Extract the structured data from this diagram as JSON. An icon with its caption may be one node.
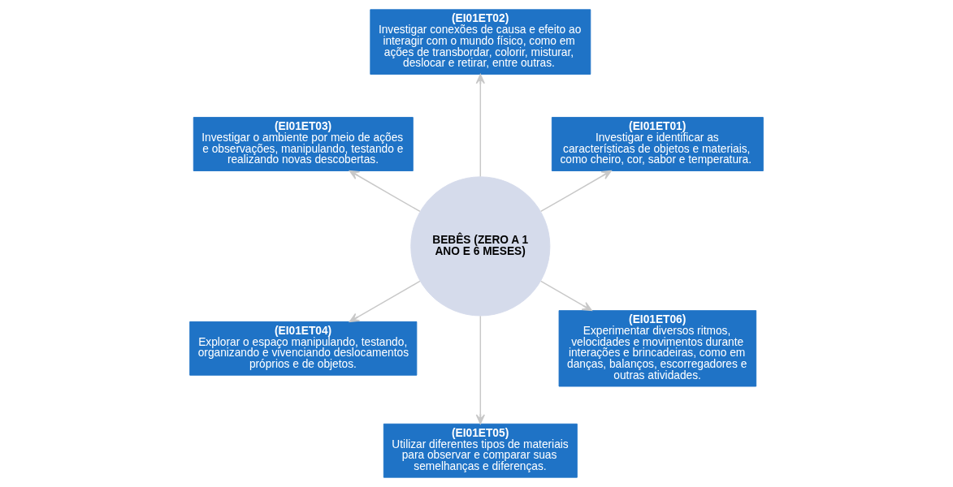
{
  "diagram": {
    "nodes": [
      {
        "text": [
          "BEBÊS (ZERO A 1 ANO E 6 MESES)"
        ]
      },
      {
        "text": [
          "(EI01ET01)",
          "Investigar e identificar as características de objetos e materiais, como cheiro, cor, sabor e temperatura."
        ]
      },
      {
        "text": [
          "(EI01ET02)",
          "Investigar conexões de causa e efeito ao interagir com o mundo físico, como em ações de transbordar, colorir, misturar, deslocar e retirar, entre outras."
        ]
      },
      {
        "text": [
          "(EI01ET03)",
          "Investigar o ambiente por meio de ações e observações, manipulando, testando e realizando novas descobertas."
        ]
      },
      {
        "text": [
          "(EI01ET04)",
          "Explorar o espaço manipulando, testando, organizando e vivenciando deslocamentos próprios e de objetos."
        ]
      },
      {
        "text": [
          "(EI01ET05)",
          "Utilizar diferentes tipos de materiais para observar e comparar suas semelhanças e diferenças."
        ]
      },
      {
        "text": [
          "(EI01ET06)",
          "Experimentar diversos ritmos, velocidades e movimentos durante interações e brincadeiras, como em danças, balanços, escorregadores e outras atividades."
        ]
      }
    ],
    "edges": [
      {
        "from": 0,
        "to": 6,
        "arrow": "to"
      },
      {
        "from": 0,
        "to": 5,
        "arrow": "to"
      },
      {
        "from": 0,
        "to": 4,
        "arrow": "to"
      },
      {
        "from": 0,
        "to": 1,
        "arrow": "to"
      },
      {
        "from": 0,
        "to": 2,
        "arrow": "to"
      },
      {
        "from": 0,
        "to": 3,
        "arrow": "to"
      }
    ]
  }
}
